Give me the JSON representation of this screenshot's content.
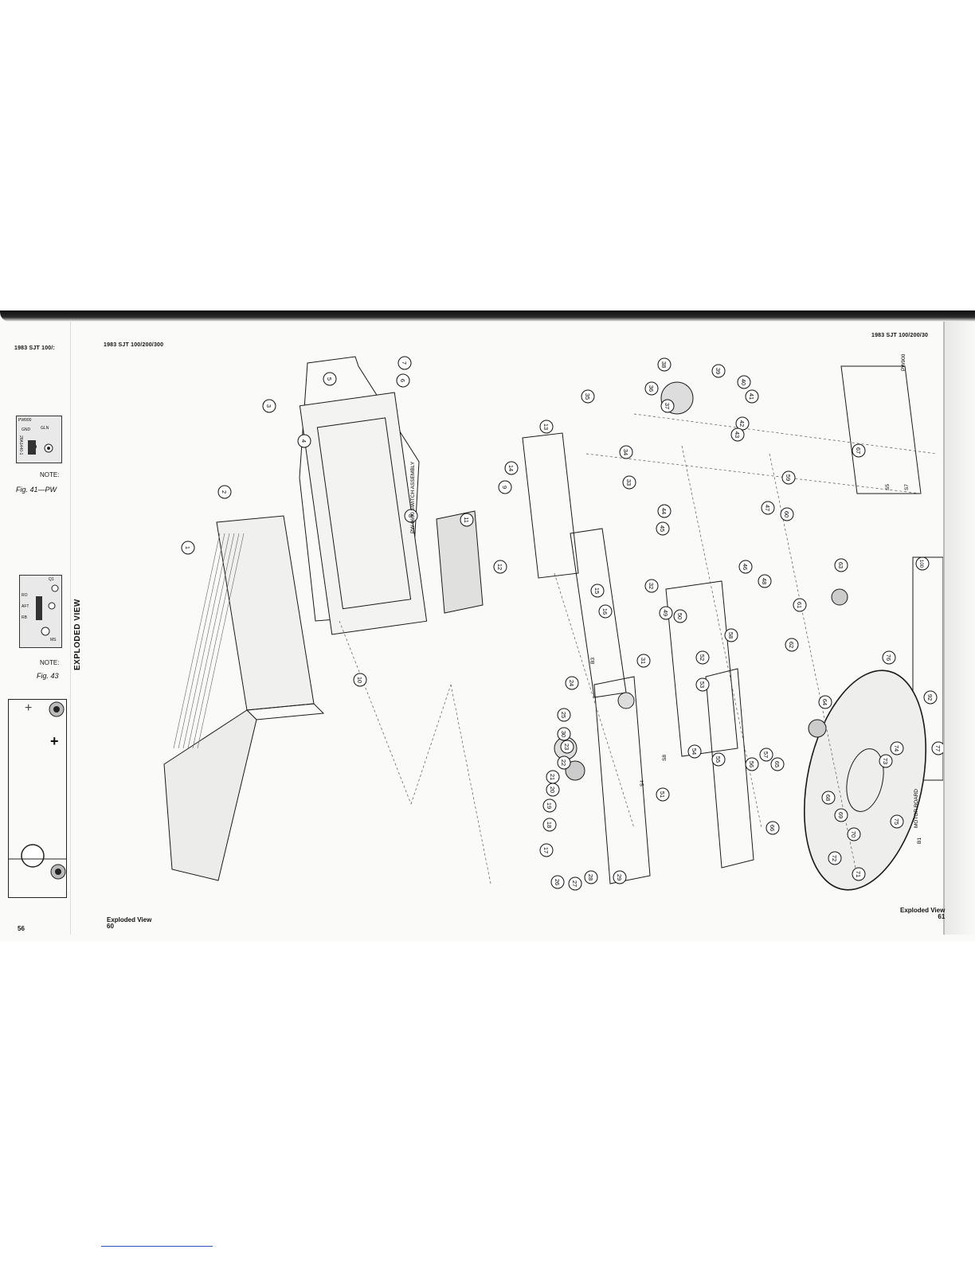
{
  "left_page": {
    "header": "1983 SJT 100/:",
    "pcb1_labels": [
      "PW900",
      "GND",
      "28A1440-1",
      "GLN"
    ],
    "note1": "NOTE:",
    "fig1": "Fig. 41—PW",
    "pcb2_labels": [
      "Q1",
      "RO",
      "AFT",
      "RB",
      "MS"
    ],
    "note2": "NOTE:",
    "fig2": "Fig. 43",
    "plus_top": "+",
    "plus_mid": "+",
    "page_number": "56"
  },
  "spread": {
    "vertical_title": "EXPLODED VIEW",
    "header_left": "1983 SJT 100/200/300",
    "header_right": "1983 SJT 100/200/30",
    "footer_left_title": "Exploded View",
    "footer_left_page": "60",
    "footer_right_title": "Exploded View",
    "footer_right_page": "61"
  },
  "diagram": {
    "callouts": [
      "1",
      "2",
      "3",
      "4",
      "5",
      "6",
      "7",
      "8",
      "9",
      "10",
      "11",
      "12",
      "13",
      "14",
      "15",
      "16",
      "17",
      "18",
      "19",
      "20",
      "21",
      "22",
      "23",
      "24",
      "25",
      "26",
      "27",
      "28",
      "29",
      "30",
      "31",
      "32",
      "33",
      "34",
      "35",
      "36",
      "37",
      "38",
      "39",
      "40",
      "41",
      "42",
      "43",
      "44",
      "45",
      "46",
      "47",
      "48",
      "49",
      "50",
      "51",
      "52",
      "53",
      "54",
      "55",
      "56",
      "57",
      "58",
      "59",
      "60",
      "61",
      "62",
      "63",
      "64",
      "65",
      "66",
      "67",
      "68",
      "69",
      "70",
      "71",
      "72",
      "73",
      "74",
      "75",
      "76",
      "77",
      "92",
      "100"
    ],
    "text_labels": [
      "PW 9600 SWITCH ASSEMBLY",
      "MOTOR BOARD",
      "PW900",
      "S4",
      "S8",
      "S5",
      "S7",
      "B3",
      "B1"
    ]
  }
}
